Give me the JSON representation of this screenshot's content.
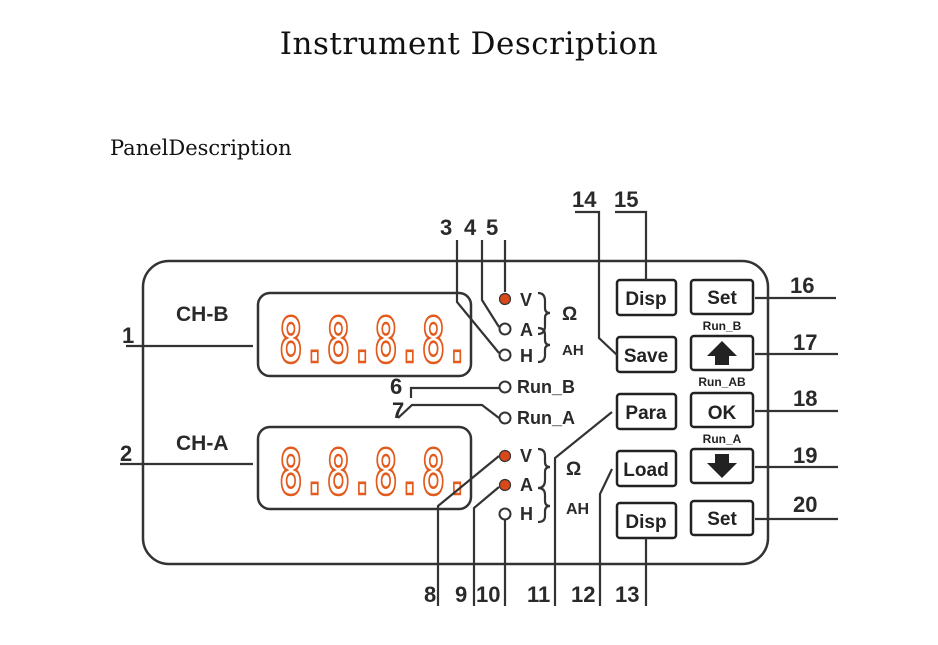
{
  "title": "Instrument Description",
  "section": "PanelDescription",
  "panel": {
    "channels": [
      {
        "label": "CH-B",
        "display": "8.8.8.8."
      },
      {
        "label": "CH-A",
        "display": "8.8.8.8."
      }
    ],
    "indicators_b": {
      "v": "V",
      "a": "A",
      "h": "H",
      "ohm": "Ω",
      "ah": "AH"
    },
    "indicators_a": {
      "v": "V",
      "a": "A",
      "h": "H",
      "ohm": "Ω",
      "ah": "AH"
    },
    "run_b": "Run_B",
    "run_a": "Run_A",
    "buttons": {
      "disp_top": "Disp",
      "save": "Save",
      "para": "Para",
      "load": "Load",
      "disp_bottom": "Disp",
      "set_top": "Set",
      "ok": "OK",
      "set_bottom": "Set"
    },
    "sublabels": {
      "run_b": "Run_B",
      "run_ab": "Run_AB",
      "run_a": "Run_A"
    },
    "callouts": [
      "1",
      "2",
      "3",
      "4",
      "5",
      "6",
      "7",
      "8",
      "9",
      "10",
      "11",
      "12",
      "13",
      "14",
      "15",
      "16",
      "17",
      "18",
      "19",
      "20"
    ]
  },
  "colors": {
    "led_on": "#d9481a",
    "segment": "#e25a1c",
    "line": "#333333"
  }
}
